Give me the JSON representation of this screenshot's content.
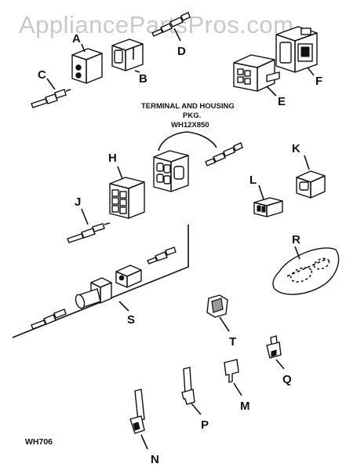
{
  "watermark": "AppliancePartsPros.com",
  "diagram_code": "WH706",
  "package_label": {
    "line1": "TERMINAL AND HOUSING",
    "line2": "PKG.",
    "line3": "WH12X850"
  },
  "callouts": {
    "A": "A",
    "B": "B",
    "C": "C",
    "D": "D",
    "E": "E",
    "F": "F",
    "H": "H",
    "J": "J",
    "K": "K",
    "L": "L",
    "R": "R",
    "S": "S",
    "T": "T",
    "Q": "Q",
    "M": "M",
    "P": "P",
    "N": "N"
  }
}
